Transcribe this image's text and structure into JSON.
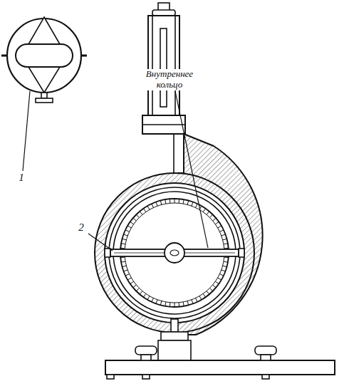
{
  "diagram": {
    "labels": [
      "1",
      "Внутреннее кольцо",
      "2"
    ]
  }
}
